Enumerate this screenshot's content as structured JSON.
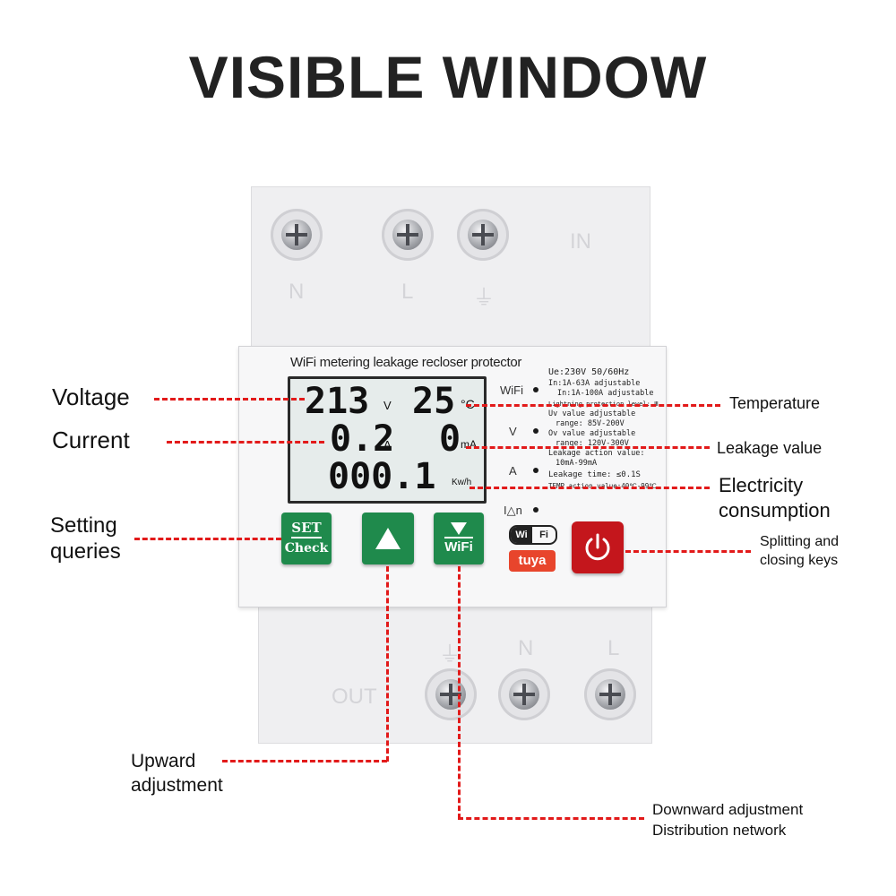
{
  "title": "VISIBLE WINDOW",
  "terminals": {
    "top": [
      "N",
      "L",
      "⏚"
    ],
    "top_side": "IN",
    "bottom": [
      "⏚",
      "N",
      "L"
    ],
    "bottom_side": "OUT"
  },
  "device": {
    "product_name": "WiFi metering leakage recloser protector",
    "lcd": {
      "voltage": "213",
      "voltage_unit": "V",
      "temperature": "25",
      "temperature_unit": "°C",
      "current": "0.2",
      "current_unit": "A",
      "leakage": "0",
      "leakage_unit": "mA",
      "energy": "000.1",
      "energy_unit": "Kw/h"
    },
    "modes": [
      "WiFi",
      "V",
      "A",
      "I△n"
    ],
    "specs": [
      "Ue:230V 50/60Hz",
      "In:1A-63A adjustable",
      "In:1A-100A adjustable",
      "Lightning protection level: Ⅲ",
      "Uv value adjustable",
      "range: 85V-200V",
      "Ov value adjustable",
      "range: 120V-300V",
      "Leakage action value:",
      "10mA-99mA",
      "Leakage time: ≤0.1S",
      "TEMP action value:40℃-99℃"
    ],
    "buttons": {
      "set_top": "SET",
      "set_bottom": "Check",
      "wifi": "WiFi"
    },
    "badges": {
      "wifi_left": "Wi",
      "wifi_right": "Fi",
      "tuya": "tuya"
    }
  },
  "annotations": {
    "voltage": "Voltage",
    "current": "Current",
    "setting": [
      "Setting",
      "queries"
    ],
    "temperature": "Temperature",
    "leakage": "Leakage value",
    "electricity": [
      "Electricity",
      "consumption"
    ],
    "splitting": [
      "Splitting and",
      "closing keys"
    ],
    "upward": [
      "Upward",
      "adjustment"
    ],
    "downward": [
      "Downward adjustment",
      "Distribution network"
    ]
  },
  "colors": {
    "accent_red": "#e21a1a",
    "button_green": "#1f8a4c",
    "power_red": "#c4161c"
  }
}
